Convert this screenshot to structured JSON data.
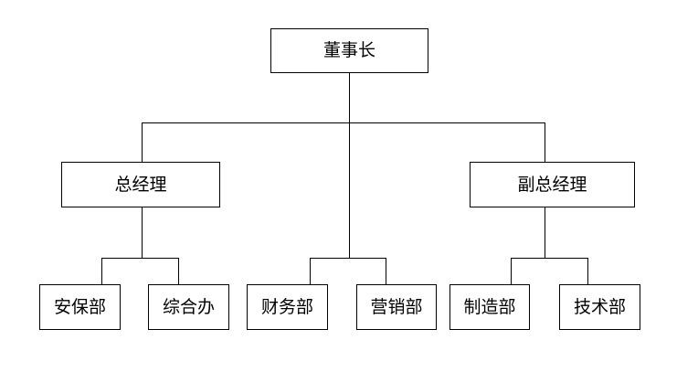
{
  "org_chart": {
    "root": {
      "label": "董事长"
    },
    "managers": {
      "general_manager": {
        "label": "总经理"
      },
      "deputy_general_manager": {
        "label": "副总经理"
      }
    },
    "departments": [
      {
        "label": "安保部"
      },
      {
        "label": "综合办"
      },
      {
        "label": "财务部"
      },
      {
        "label": "营销部"
      },
      {
        "label": "制造部"
      },
      {
        "label": "技术部"
      }
    ]
  }
}
